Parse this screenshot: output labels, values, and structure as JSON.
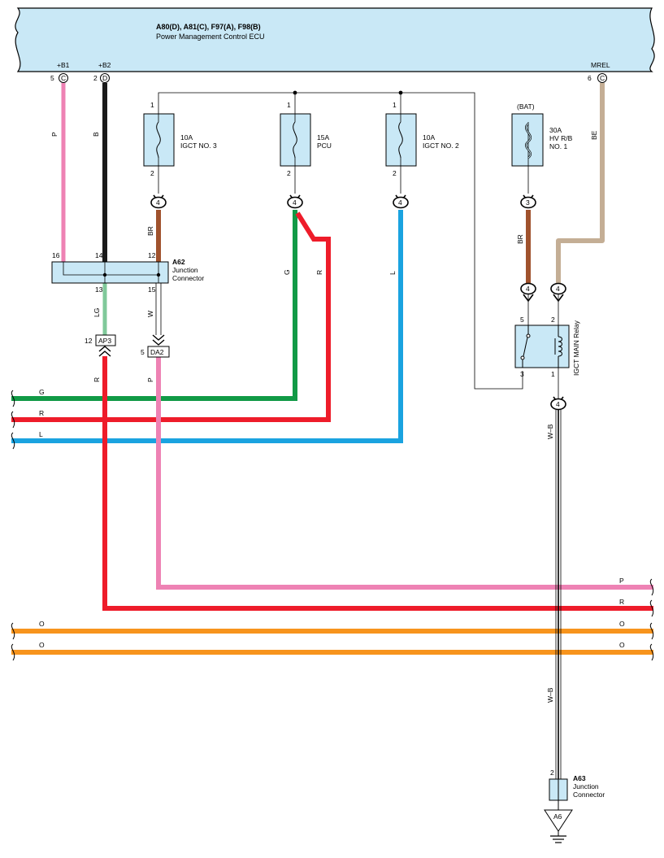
{
  "ecu": {
    "title": "A80(D), A81(C), F97(A), F98(B)",
    "name": "Power Management Control ECU",
    "pins": [
      {
        "label": "+B1",
        "num": "5",
        "conn": "C"
      },
      {
        "label": "+B2",
        "num": "2",
        "conn": "D"
      },
      {
        "label": "MREL",
        "num": "6",
        "conn": "C"
      }
    ]
  },
  "fuses": [
    {
      "rating": "10A",
      "name": "IGCT NO. 3",
      "name2": "",
      "pin_in": "1",
      "pin_out": "2",
      "conn": "4"
    },
    {
      "rating": "15A",
      "name": "PCU",
      "name2": "",
      "pin_in": "1",
      "pin_out": "2",
      "conn": "4"
    },
    {
      "rating": "10A",
      "name": "IGCT NO. 2",
      "name2": "",
      "pin_in": "1",
      "pin_out": "2",
      "conn": "4"
    },
    {
      "rating": "30A",
      "name": "HV R/B",
      "name2": "NO. 1",
      "top": "(BAT)",
      "conn": "3"
    }
  ],
  "junction_a62": {
    "id": "A62",
    "line1": "Junction",
    "line2": "Connector",
    "pins": [
      "16",
      "14",
      "12",
      "13",
      "15"
    ]
  },
  "junction_a63": {
    "id": "A63",
    "line1": "Junction",
    "line2": "Connector",
    "pin": "2"
  },
  "relay": {
    "name": "IGCT MAIN Relay",
    "pins": [
      "5",
      "2",
      "3",
      "1"
    ],
    "conn_in_left": "4",
    "conn_in_right": "4",
    "conn_out": "4"
  },
  "connectors": [
    {
      "id": "AP3",
      "pin": "12"
    },
    {
      "id": "DA2",
      "pin": "5"
    }
  ],
  "ground": {
    "id": "A6"
  },
  "wire_labels": {
    "p": "P",
    "b": "B",
    "br": "BR",
    "g": "G",
    "r": "R",
    "l": "L",
    "lg": "LG",
    "w": "W",
    "be": "BE",
    "wb": "W–B",
    "o": "O"
  },
  "colors": {
    "ecu_fill": "#c9e8f6",
    "pink": "#ee82b4",
    "black": "#1a1a1a",
    "brown": "#a0522d",
    "green": "#119a46",
    "red": "#ee1c2a",
    "blue": "#1aa3e0",
    "lightgreen": "#80c99a",
    "tan": "#c4ae95",
    "orange": "#f7941d"
  }
}
